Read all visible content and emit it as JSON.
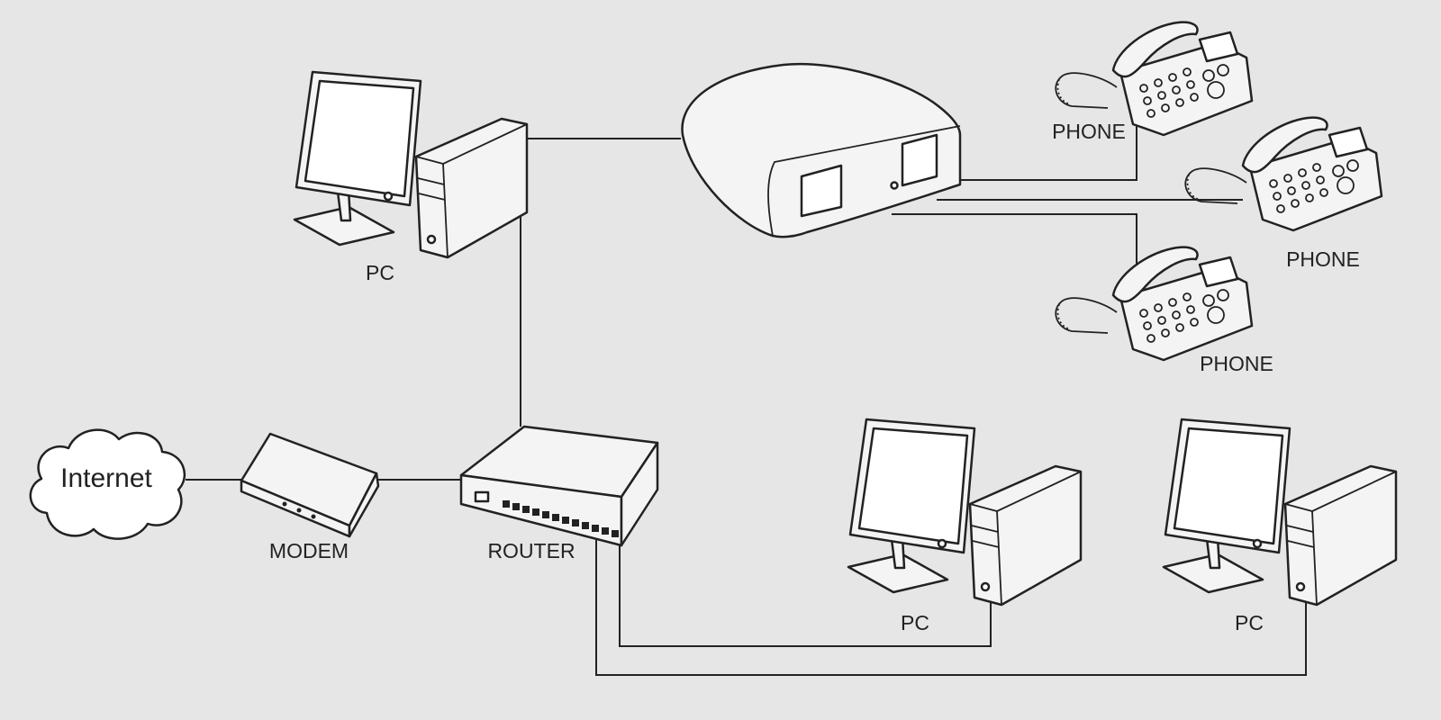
{
  "nodes": {
    "internet": {
      "label": "Internet"
    },
    "modem": {
      "label": "MODEM"
    },
    "router": {
      "label": "ROUTER"
    },
    "pc_top": {
      "label": "PC"
    },
    "pc_bottom_1": {
      "label": "PC"
    },
    "pc_bottom_2": {
      "label": "PC"
    },
    "phone_1": {
      "label": "PHONE"
    },
    "phone_2": {
      "label": "PHONE"
    },
    "phone_3": {
      "label": "PHONE"
    }
  },
  "colors": {
    "background": "#e6e6e6",
    "line": "#222222"
  }
}
